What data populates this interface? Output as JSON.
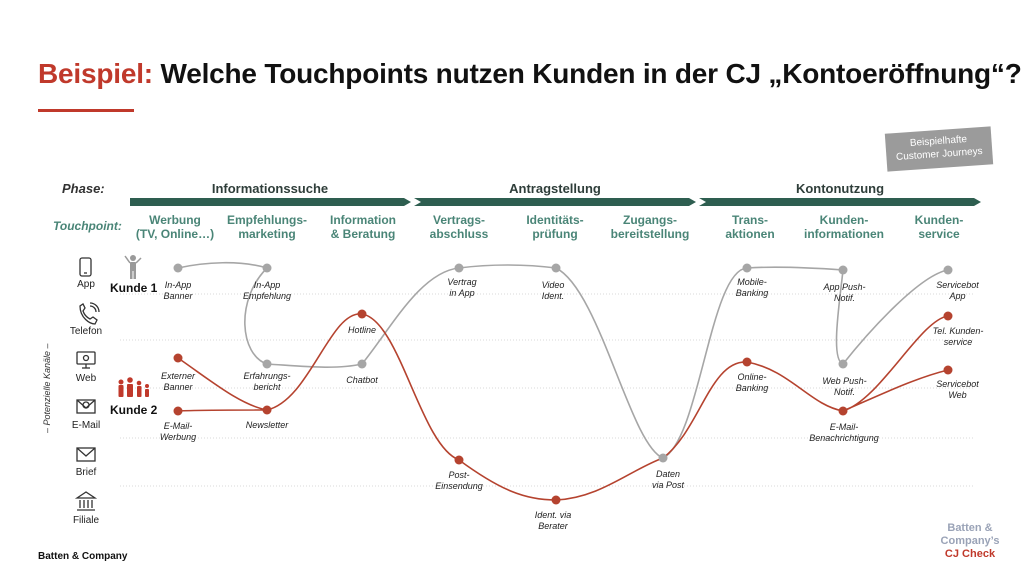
{
  "title": {
    "lead": "Beispiel:",
    "rest": " Welche Touchpoints nutzen Kunden in der CJ „Kontoeröffnung“?"
  },
  "badge": {
    "line1": "Beispielhafte",
    "line2": "Customer Journeys"
  },
  "labels": {
    "phase": "Phase:",
    "touchpoint": "Touchpoint:",
    "vertical": "– Potenzielle Kanäle –"
  },
  "phases": [
    "Informationssuche",
    "Antragstellung",
    "Kontonutzung"
  ],
  "touchpoints": [
    [
      "Werbung",
      "(TV, Online…)"
    ],
    [
      "Empfehlungs-",
      "marketing"
    ],
    [
      "Information",
      "& Beratung"
    ],
    [
      "Vertrags-",
      "abschluss"
    ],
    [
      "Identitäts-",
      "prüfung"
    ],
    [
      "Zugangs-",
      "bereitstellung"
    ],
    [
      "Trans-",
      "aktionen"
    ],
    [
      "Kunden-",
      "informationen"
    ],
    [
      "Kunden-",
      "service"
    ]
  ],
  "channels": [
    {
      "label": "App",
      "icon": "smartphone-icon"
    },
    {
      "label": "Telefon",
      "icon": "phone-icon"
    },
    {
      "label": "Web",
      "icon": "monitor-icon"
    },
    {
      "label": "E-Mail",
      "icon": "email-icon"
    },
    {
      "label": "Brief",
      "icon": "envelope-icon"
    },
    {
      "label": "Filiale",
      "icon": "bank-icon"
    }
  ],
  "customers": [
    {
      "label": "Kunde 1",
      "icon": "person-icon",
      "color": "#a6a6a6"
    },
    {
      "label": "Kunde 2",
      "icon": "family-icon",
      "color": "#b5432f"
    }
  ],
  "nodes": [
    {
      "text": [
        "In-App",
        "Banner"
      ]
    },
    {
      "text": [
        "In-App",
        "Empfehlung"
      ]
    },
    {
      "text": [
        "Erfahrungs-",
        "bericht"
      ]
    },
    {
      "text": [
        "Chatbot"
      ]
    },
    {
      "text": [
        "Vertrag",
        "in App"
      ]
    },
    {
      "text": [
        "Video",
        "Ident."
      ]
    },
    {
      "text": [
        "Daten",
        "via Post"
      ]
    },
    {
      "text": [
        "Mobile-",
        "Banking"
      ]
    },
    {
      "text": [
        "App Push-",
        "Notif."
      ]
    },
    {
      "text": [
        "Web Push-",
        "Notif."
      ]
    },
    {
      "text": [
        "Servicebot",
        "App"
      ]
    },
    {
      "text": [
        "Externer",
        "Banner"
      ]
    },
    {
      "text": [
        "E-Mail-",
        "Werbung"
      ]
    },
    {
      "text": [
        "Newsletter"
      ]
    },
    {
      "text": [
        "Hotline"
      ]
    },
    {
      "text": [
        "Post-",
        "Einsendung"
      ]
    },
    {
      "text": [
        "Ident. via",
        "Berater"
      ]
    },
    {
      "text": [
        "Online-",
        "Banking"
      ]
    },
    {
      "text": [
        "E-Mail-",
        "Benachrichtigung"
      ]
    },
    {
      "text": [
        "Tel. Kunden-",
        "service"
      ]
    },
    {
      "text": [
        "Servicebot",
        "Web"
      ]
    }
  ],
  "journeys": [
    {
      "customer": "Kunde 1",
      "path": [
        "In-App Banner",
        "In-App Empfehlung",
        "Erfahrungsbericht",
        "Chatbot",
        "Vertrag in App",
        "Video Ident.",
        "Daten via Post",
        "Mobile-Banking",
        "App Push-Notif.",
        "Web Push-Notif.",
        "Servicebot App"
      ]
    },
    {
      "customer": "Kunde 2",
      "path": [
        "Externer Banner",
        "E-Mail-Werbung",
        "Newsletter",
        "Hotline",
        "Post-Einsendung",
        "Ident. via Berater",
        "Daten via Post",
        "Online-Banking",
        "E-Mail-Benachrichtigung",
        "Tel. Kundenservice",
        "Servicebot Web"
      ]
    }
  ],
  "footer": "Batten & Company",
  "brand": {
    "line1": "Batten &",
    "line2": "Company’s",
    "line3": "CJ Check"
  },
  "colors": {
    "accent": "#c0392b",
    "phase_bar": "#2e5e50",
    "touchpoint": "#4a8577",
    "kunde1": "#a6a6a6",
    "kunde2": "#b5432f"
  }
}
